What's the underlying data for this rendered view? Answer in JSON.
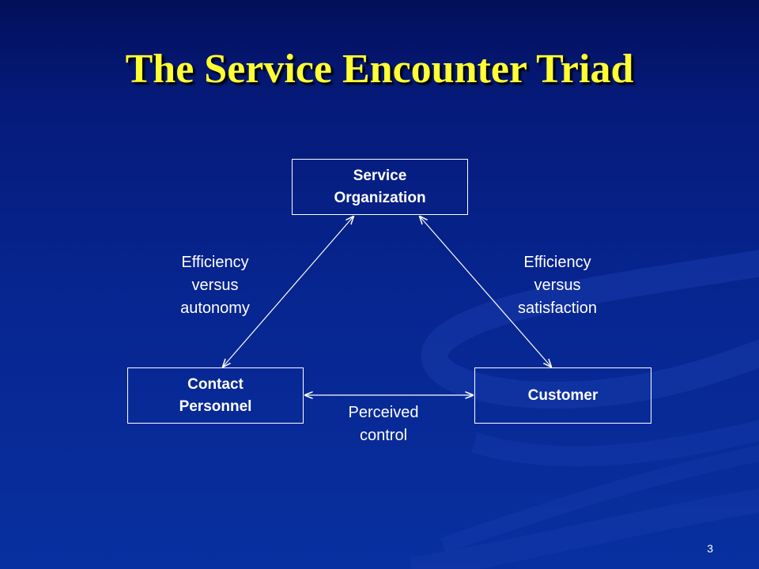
{
  "title": "The Service Encounter Triad",
  "nodes": {
    "service_organization": "Service\nOrganization",
    "contact_personnel": "Contact\nPersonnel",
    "customer": "Customer"
  },
  "edges": {
    "organization_personnel": "Efficiency\nversus\nautonomy",
    "organization_customer": "Efficiency\nversus\nsatisfaction",
    "personnel_customer": "Perceived\ncontrol"
  },
  "page_number": "3",
  "colors": {
    "title": "#ffff33",
    "background": "#07258f",
    "lines": "#ffffff"
  }
}
